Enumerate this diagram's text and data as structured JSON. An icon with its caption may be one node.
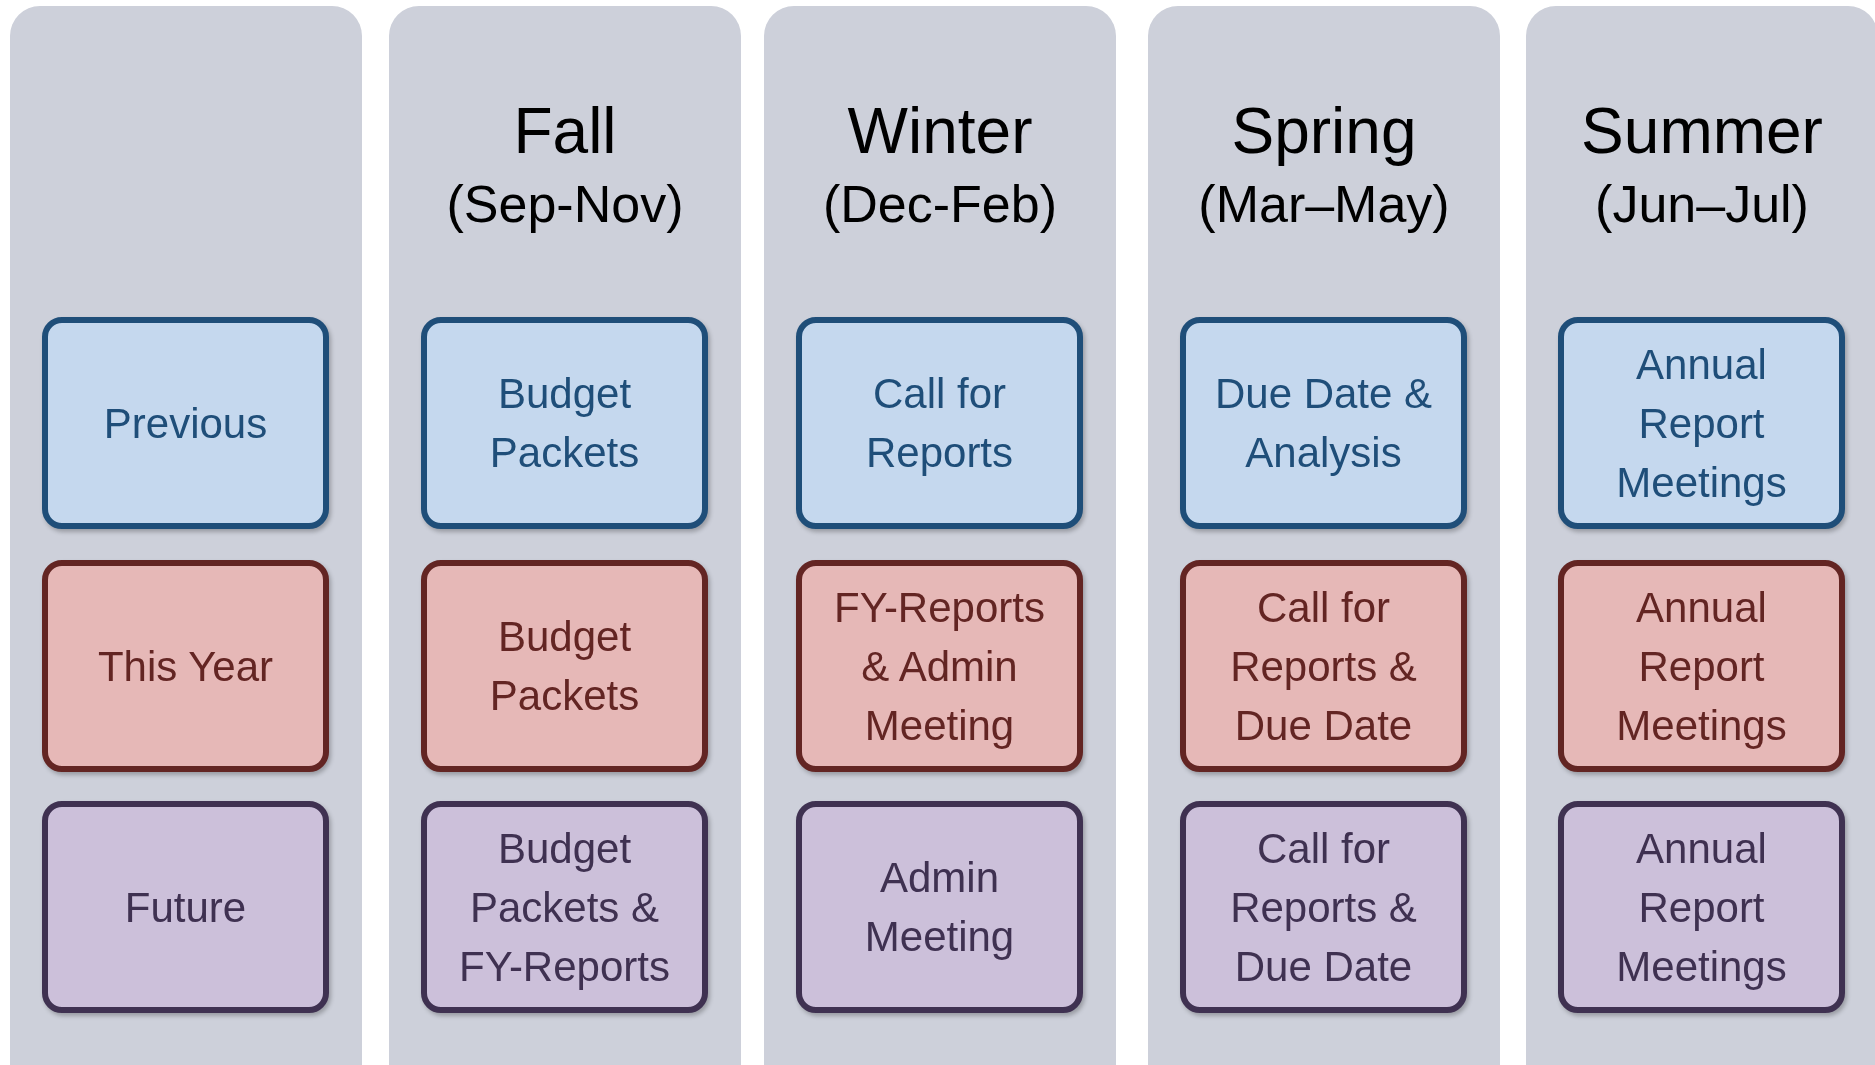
{
  "diagram": {
    "nodes": [
      {
        "text": [],
        "shape": "box"
      },
      {
        "text": [
          "Previous"
        ],
        "in": 0
      },
      {
        "text": [
          "This Year"
        ],
        "in": 0
      },
      {
        "text": [
          "Future"
        ],
        "in": 0
      },
      {
        "text": [
          "Fall",
          "(Sep-Nov)"
        ]
      },
      {
        "text": [
          "Budget Packets"
        ],
        "in": 4
      },
      {
        "text": [
          "Budget Packets"
        ],
        "in": 4
      },
      {
        "text": [
          "Budget Packets & FY-Reports"
        ],
        "in": 4
      },
      {
        "text": [
          "Winter",
          "(Dec-Feb)"
        ]
      },
      {
        "text": [
          "Call for Reports"
        ],
        "in": 8
      },
      {
        "text": [
          "FY-Reports & Admin Meeting"
        ],
        "in": 8
      },
      {
        "text": [
          "Admin Meeting"
        ],
        "in": 8
      },
      {
        "text": [
          "Spring",
          "(Mar–May)"
        ]
      },
      {
        "text": [
          "Due Date & Analysis"
        ],
        "in": 12
      },
      {
        "text": [
          "Call for Reports & Due Date"
        ],
        "in": 12
      },
      {
        "text": [
          "Call for Reports & Due Date"
        ],
        "in": 12
      },
      {
        "text": [
          "Summer",
          "(Jun–Jul)"
        ]
      },
      {
        "text": [
          "Annual Report Meetings"
        ],
        "in": 16
      },
      {
        "text": [
          "Annual Report Meetings"
        ],
        "in": 16
      },
      {
        "text": [
          "Annual Report Meetings"
        ],
        "in": 16
      }
    ]
  }
}
